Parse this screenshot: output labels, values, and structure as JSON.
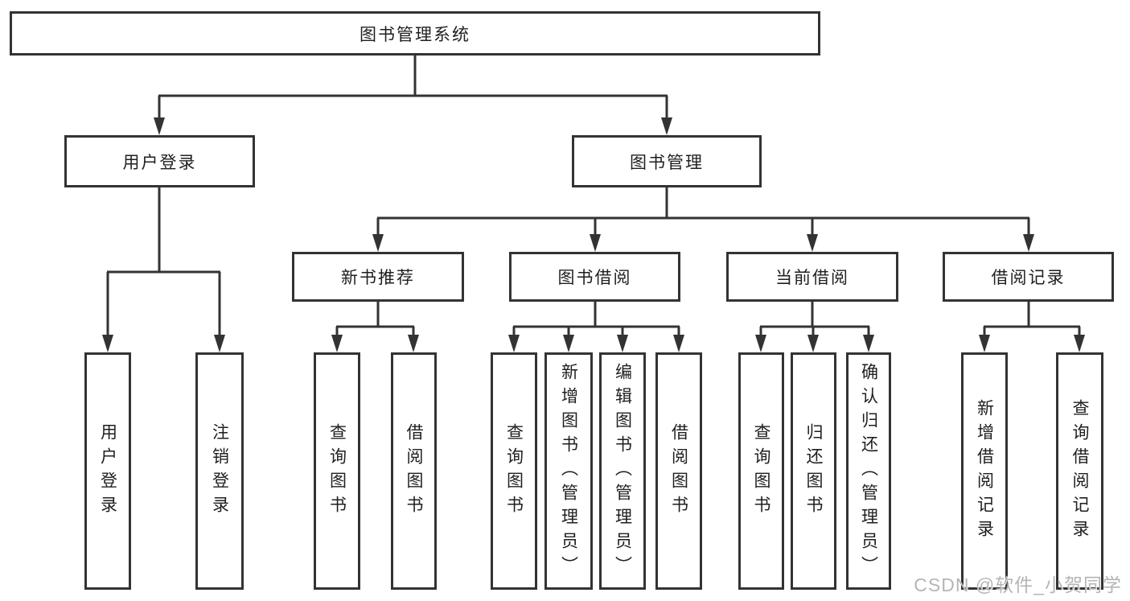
{
  "tree": {
    "root": "图书管理系统",
    "branches": [
      {
        "label": "用户登录",
        "leaves": [
          "用户登录",
          "注销登录"
        ]
      },
      {
        "label": "图书管理",
        "children": [
          {
            "label": "新书推荐",
            "leaves": [
              "查询图书",
              "借阅图书"
            ]
          },
          {
            "label": "图书借阅",
            "leaves": [
              "查询图书",
              "新增图书（管理员）",
              "编辑图书（管理员）",
              "借阅图书"
            ]
          },
          {
            "label": "当前借阅",
            "leaves": [
              "查询图书",
              "归还图书",
              "确认归还（管理员）"
            ]
          },
          {
            "label": "借阅记录",
            "leaves": [
              "新增借阅记录",
              "查询借阅记录"
            ]
          }
        ]
      }
    ]
  },
  "watermark": "CSDN @软件_小贺同学",
  "colors": {
    "line": "#333333",
    "text": "#1f1f1f",
    "watermark": "#b5b5b5",
    "background": "#ffffff"
  }
}
